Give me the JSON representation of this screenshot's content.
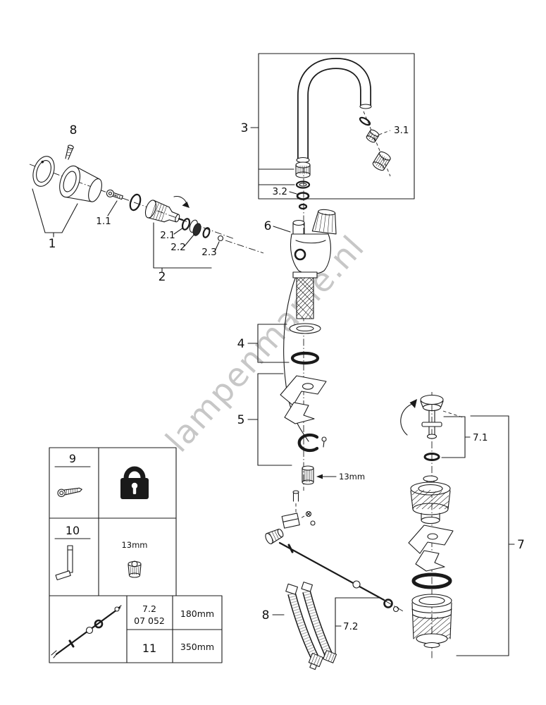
{
  "watermark": "lampenmanie.nl",
  "callouts": {
    "set_screw": "8",
    "handle": "1",
    "handle_sub": "1.1",
    "cartridge": "2",
    "cartridge_sub1": "2.1",
    "cartridge_sub2": "2.2",
    "cartridge_sub3": "2.3",
    "spout": "3",
    "aerator": "3.1",
    "spout_seal": "3.2",
    "gaskets": "4",
    "mounting": "5",
    "body": "6",
    "drain_set": "7",
    "popup_plug": "7.1",
    "popup_rod": "7.2",
    "hoses": "8",
    "nut_size": "13mm"
  },
  "legend": {
    "item9": "9",
    "item10": "10",
    "item11": "11",
    "nut_size": "13mm",
    "code_top": "7.2",
    "code_bottom": "07 052",
    "length_180": "180mm",
    "length_350": "350mm"
  }
}
